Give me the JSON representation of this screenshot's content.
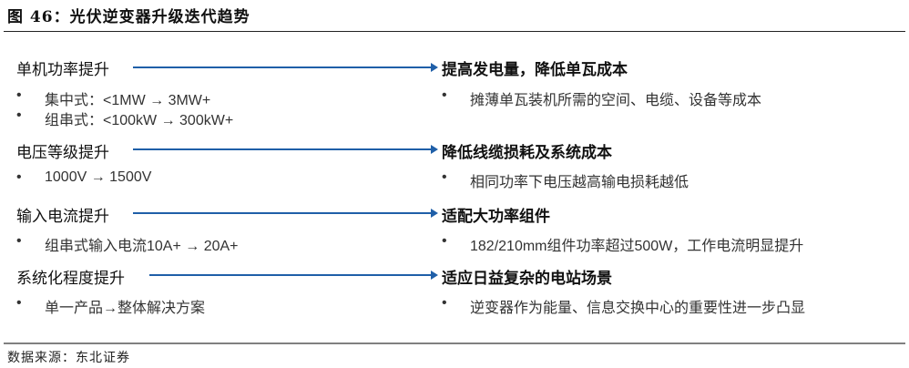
{
  "figure": {
    "title": "图 46：光伏逆变器升级迭代趋势",
    "source": "数据来源：东北证券"
  },
  "colors": {
    "arrow": "#1f5fa8",
    "text_heading": "#111111",
    "text_bullet": "#333333"
  },
  "rows": [
    {
      "driver": "单机功率提升",
      "driver_bullets": [
        "集中式：<1MW → 3MW+",
        "组串式：<100kW → 300kW+"
      ],
      "outcome": "提高发电量，降低单瓦成本",
      "outcome_bullets": [
        "摊薄单瓦装机所需的空间、电缆、设备等成本"
      ]
    },
    {
      "driver": "电压等级提升",
      "driver_bullets": [
        "1000V → 1500V"
      ],
      "outcome": "降低线缆损耗及系统成本",
      "outcome_bullets": [
        "相同功率下电压越高输电损耗越低"
      ]
    },
    {
      "driver": "输入电流提升",
      "driver_bullets": [
        "组串式输入电流10A+ → 20A+"
      ],
      "outcome": "适配大功率组件",
      "outcome_bullets": [
        "182/210mm组件功率超过500W，工作电流明显提升"
      ]
    },
    {
      "driver": "系统化程度提升",
      "driver_bullets": [
        "单一产品→整体解决方案"
      ],
      "outcome": "适应日益复杂的电站场景",
      "outcome_bullets": [
        "逆变器作为能量、信息交换中心的重要性进一步凸显"
      ]
    }
  ],
  "bullet_symbol": "•"
}
